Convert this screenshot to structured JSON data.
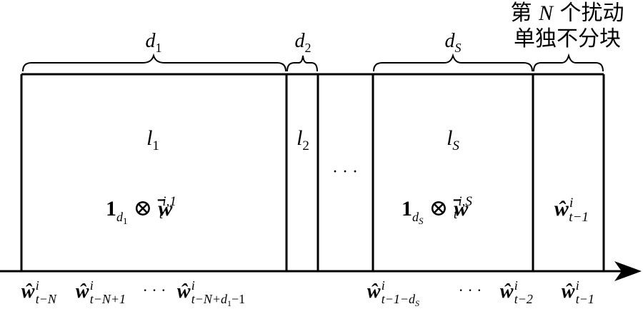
{
  "header_note": {
    "line1_prefix": "第 ",
    "line1_var": "N",
    "line1_suffix": " 个扰动",
    "line2": "单独不分块"
  },
  "braces": [
    {
      "sym": "d",
      "sub": "1"
    },
    {
      "sym": "d",
      "sub": "2"
    },
    {
      "sym": "d",
      "sub": "S"
    }
  ],
  "blocks": [
    {
      "sym": "l",
      "sub": "1",
      "kron": {
        "one_sub_sym": "d",
        "one_sub_sub": "1",
        "otimes": "⊗",
        "w": "w",
        "w_sup": "i,1",
        "w_sub": "t"
      }
    },
    {
      "sym": "l",
      "sub": "2"
    },
    {
      "ellipsis": "· · ·"
    },
    {
      "sym": "l",
      "sub": "S",
      "kron": {
        "one_sub_sym": "d",
        "one_sub_sub": "S",
        "otimes": "⊗",
        "w": "w",
        "w_sup": "i,S",
        "w_sub": "t"
      }
    },
    {
      "w": "ŵ",
      "w_sup": "i",
      "w_sub": "t−1"
    }
  ],
  "axis_labels": [
    {
      "w": "ŵ",
      "sup": "i",
      "sub": "t−N"
    },
    {
      "w": "ŵ",
      "sup": "i",
      "sub": "t−N+1"
    },
    {
      "ellipsis": "· · ·"
    },
    {
      "w": "ŵ",
      "sup": "i",
      "sub_pre": "t−N+",
      "sub_var": "d",
      "sub_var_sub": "1",
      "sub_post": "−1"
    },
    {
      "w": "ŵ",
      "sup": "i",
      "sub_pre": "t−1−",
      "sub_var": "d",
      "sub_var_sub": "S"
    },
    {
      "ellipsis": "· · ·"
    },
    {
      "w": "ŵ",
      "sup": "i",
      "sub": "t−2"
    },
    {
      "w": "ŵ",
      "sup": "i",
      "sub": "t−1"
    }
  ]
}
